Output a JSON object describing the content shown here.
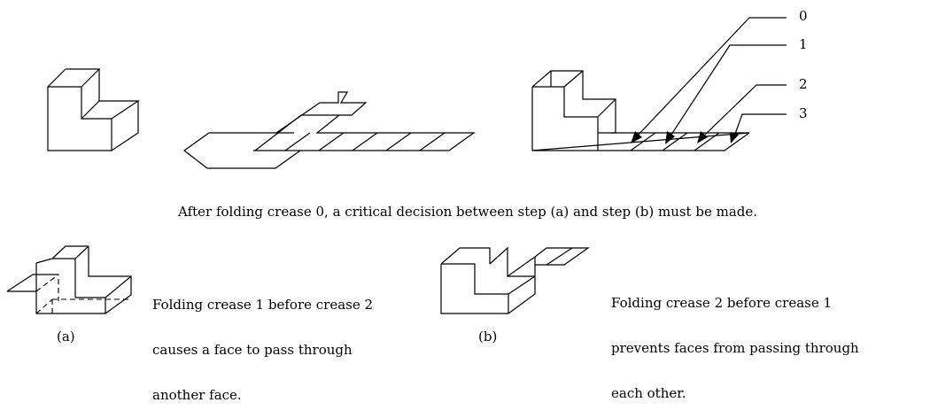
{
  "crease_labels": [
    "0",
    "1",
    "2",
    "3"
  ],
  "caption": "After folding crease 0, a critical decision between step (a) and step (b) must be made.",
  "step_a": {
    "label": "(a)",
    "description": [
      "Folding crease 1 before crease 2",
      "causes a face to pass through",
      "another face."
    ]
  },
  "step_b": {
    "label": "(b)",
    "description": [
      "Folding crease 2 before crease 1",
      "prevents faces from passing through",
      "each other."
    ]
  }
}
